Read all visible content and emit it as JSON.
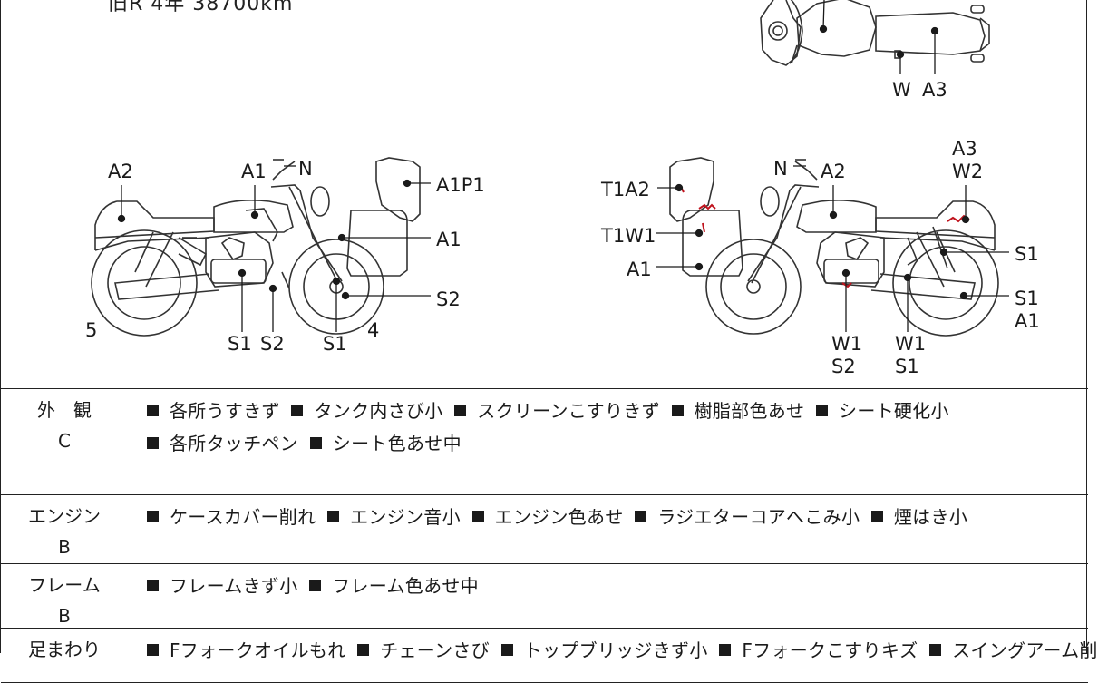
{
  "header": {
    "text": "旧R 4年 38700km"
  },
  "diagram": {
    "left_bike": {
      "labels": [
        "A2",
        "A1",
        "N",
        "A1P1",
        "A1",
        "S2",
        "5",
        "S1",
        "S2",
        "S1",
        "4"
      ]
    },
    "right_bike": {
      "labels": [
        "T1A2",
        "N",
        "A2",
        "A3",
        "W2",
        "T1W1",
        "A1",
        "S1",
        "S1",
        "A1",
        "W1",
        "S2",
        "W1",
        "S1"
      ]
    },
    "top_bike": {
      "labels": [
        "W",
        "A3"
      ]
    },
    "mark_color": "#c0141e"
  },
  "conditions": [
    {
      "category": "外　観",
      "grade": "C",
      "items": [
        "各所うすきず",
        "タンク内さび小",
        "スクリーンこすりきず",
        "樹脂部色あせ",
        "シート硬化小",
        "各所タッチペン",
        "シート色あせ中"
      ]
    },
    {
      "category": "エンジン",
      "grade": "B",
      "items": [
        "ケースカバー削れ",
        "エンジン音小",
        "エンジン色あせ",
        "ラジエターコアへこみ小",
        "煙はき小"
      ]
    },
    {
      "category": "フレーム",
      "grade": "B",
      "items": [
        "フレームきず小",
        "フレーム色あせ中"
      ]
    },
    {
      "category": "足まわり",
      "grade": "",
      "items": [
        "Fフォークオイルもれ",
        "チェーンさび",
        "トップブリッジきず小",
        "Fフォークこすりキズ",
        "スイングアーム削"
      ]
    }
  ]
}
